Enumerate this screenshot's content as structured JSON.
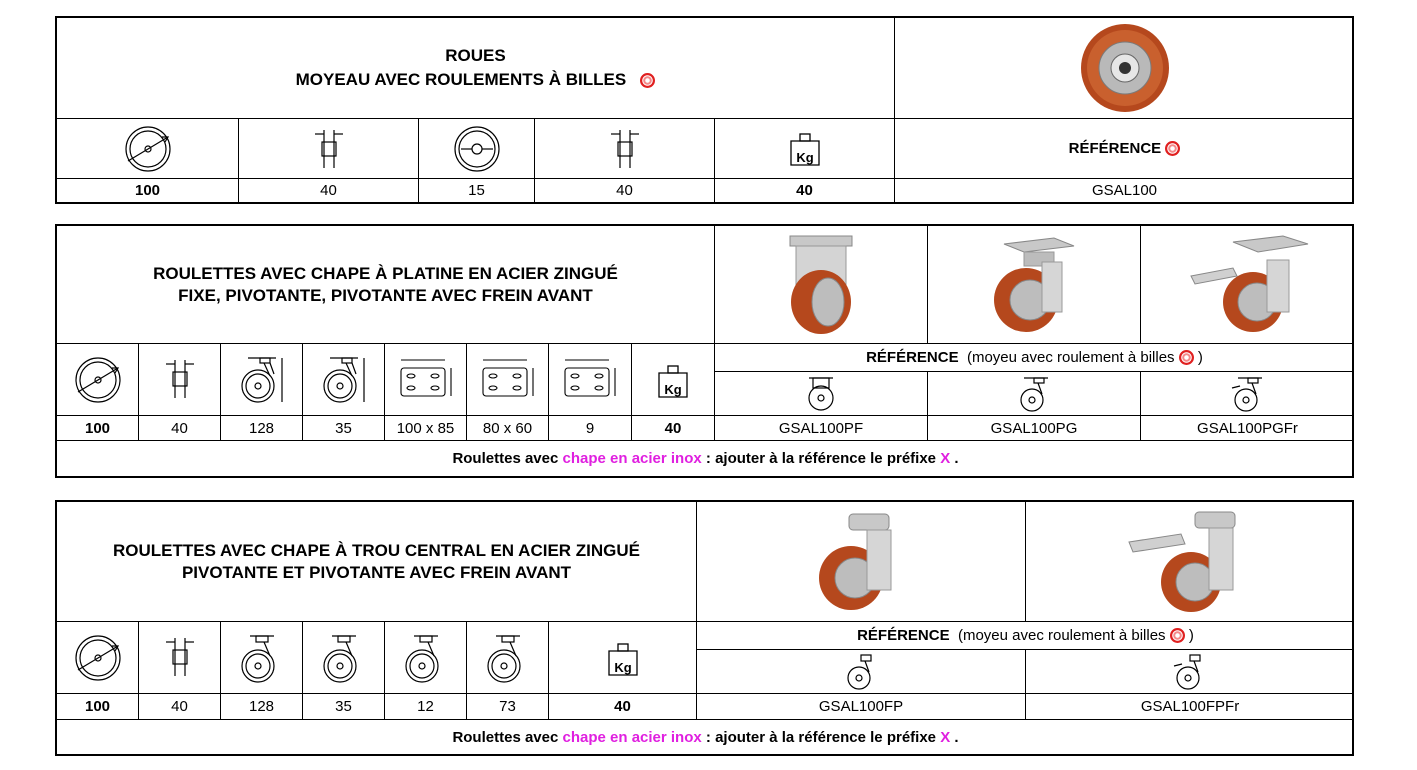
{
  "b1": {
    "title1": "ROUES",
    "title2": "MOYEAU AVEC ROULEMENTS À BILLES",
    "ref_header": "RÉFÉRENCE",
    "values": [
      "100",
      "40",
      "15",
      "40",
      "40"
    ],
    "ref": "GSAL100"
  },
  "b2": {
    "title1": "ROULETTES AVEC CHAPE  À PLATINE EN ACIER ZINGUÉ",
    "title2": "FIXE, PIVOTANTE, PIVOTANTE AVEC FREIN AVANT",
    "ref_header": "RÉFÉRENCE",
    "ref_header_note": "(moyeu avec roulement à billes",
    "ref_header_close": ")",
    "values": [
      "100",
      "40",
      "128",
      "35",
      "100 x 85",
      "80 x 60",
      "9",
      "40"
    ],
    "refs": [
      "GSAL100PF",
      "GSAL100PG",
      "GSAL100PGFr"
    ],
    "note_a": "Roulettes avec",
    "note_b": "chape en acier inox",
    "note_c": ": ajouter à la référence le préfixe",
    "note_x": "X",
    "note_d": "."
  },
  "b3": {
    "title1": "ROULETTES AVEC CHAPE  À TROU CENTRAL EN ACIER ZINGUÉ",
    "title2": "PIVOTANTE ET PIVOTANTE AVEC FREIN AVANT",
    "ref_header": "RÉFÉRENCE",
    "ref_header_note": "(moyeu avec roulement à billes",
    "ref_header_close": ")",
    "values": [
      "100",
      "40",
      "128",
      "35",
      "12",
      "73",
      "40"
    ],
    "refs": [
      "GSAL100FP",
      "GSAL100FPFr"
    ],
    "note_a": "Roulettes avec",
    "note_b": "chape en acier inox",
    "note_c": ": ajouter à la référence le préfixe",
    "note_x": "X",
    "note_d": "."
  },
  "icons": {
    "kg_label": "Kg"
  },
  "colors": {
    "accent": "#e020e0",
    "ball": "#e02020",
    "wheel": "#b5481d"
  }
}
